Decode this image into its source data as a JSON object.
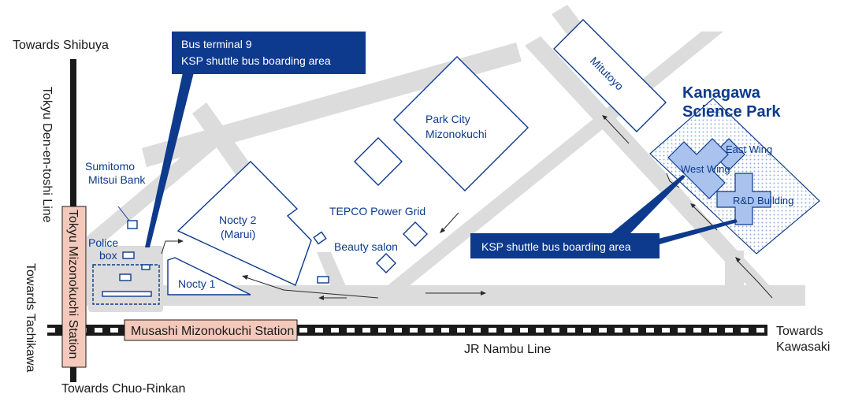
{
  "directions": {
    "shibuya": "Towards Shibuya",
    "chuo_rinkan": "Towards Chuo-Rinkan",
    "tachikawa": "Towards Tachikawa",
    "kawasaki_line1": "Towards",
    "kawasaki_line2": "Kawasaki"
  },
  "lines": {
    "tokyu": "Tokyu Den-en-toshi Line",
    "jr_nambu": "JR Nambu Line"
  },
  "stations": {
    "tokyu_mizonokuchi": "Tokyu Mizonokuchi Station",
    "musashi_mizonokuchi": "Musashi Mizonokuchi Station"
  },
  "callouts": {
    "bus_terminal_line1": "Bus terminal 9",
    "bus_terminal_line2": "KSP shuttle bus boarding area",
    "ksp_boarding": "KSP shuttle bus boarding area"
  },
  "landmarks": {
    "sumitomo_line1": "Sumitomo",
    "sumitomo_line2": "Mitsui Bank",
    "police_line1": "Police",
    "police_line2": "box",
    "nocty2_line1": "Nocty 2",
    "nocty2_line2": "(Marui)",
    "nocty1": "Nocty 1",
    "park_city_line1": "Park City",
    "park_city_line2": "Mizonokuchi",
    "tepco": "TEPCO Power Grid",
    "beauty_salon": "Beauty salon",
    "mitutoyo": "Mitutoyo"
  },
  "science_park": {
    "title_line1": "Kanagawa",
    "title_line2": "Science Park",
    "east_wing": "East Wing",
    "west_wing": "West Wing",
    "rd_building": "R&D Building"
  },
  "colors": {
    "brand_blue": "#0d3a8c",
    "road_gray": "#dcdcdc",
    "station_pink": "#f4c9bb",
    "building_fill": "#a9c3ee"
  }
}
